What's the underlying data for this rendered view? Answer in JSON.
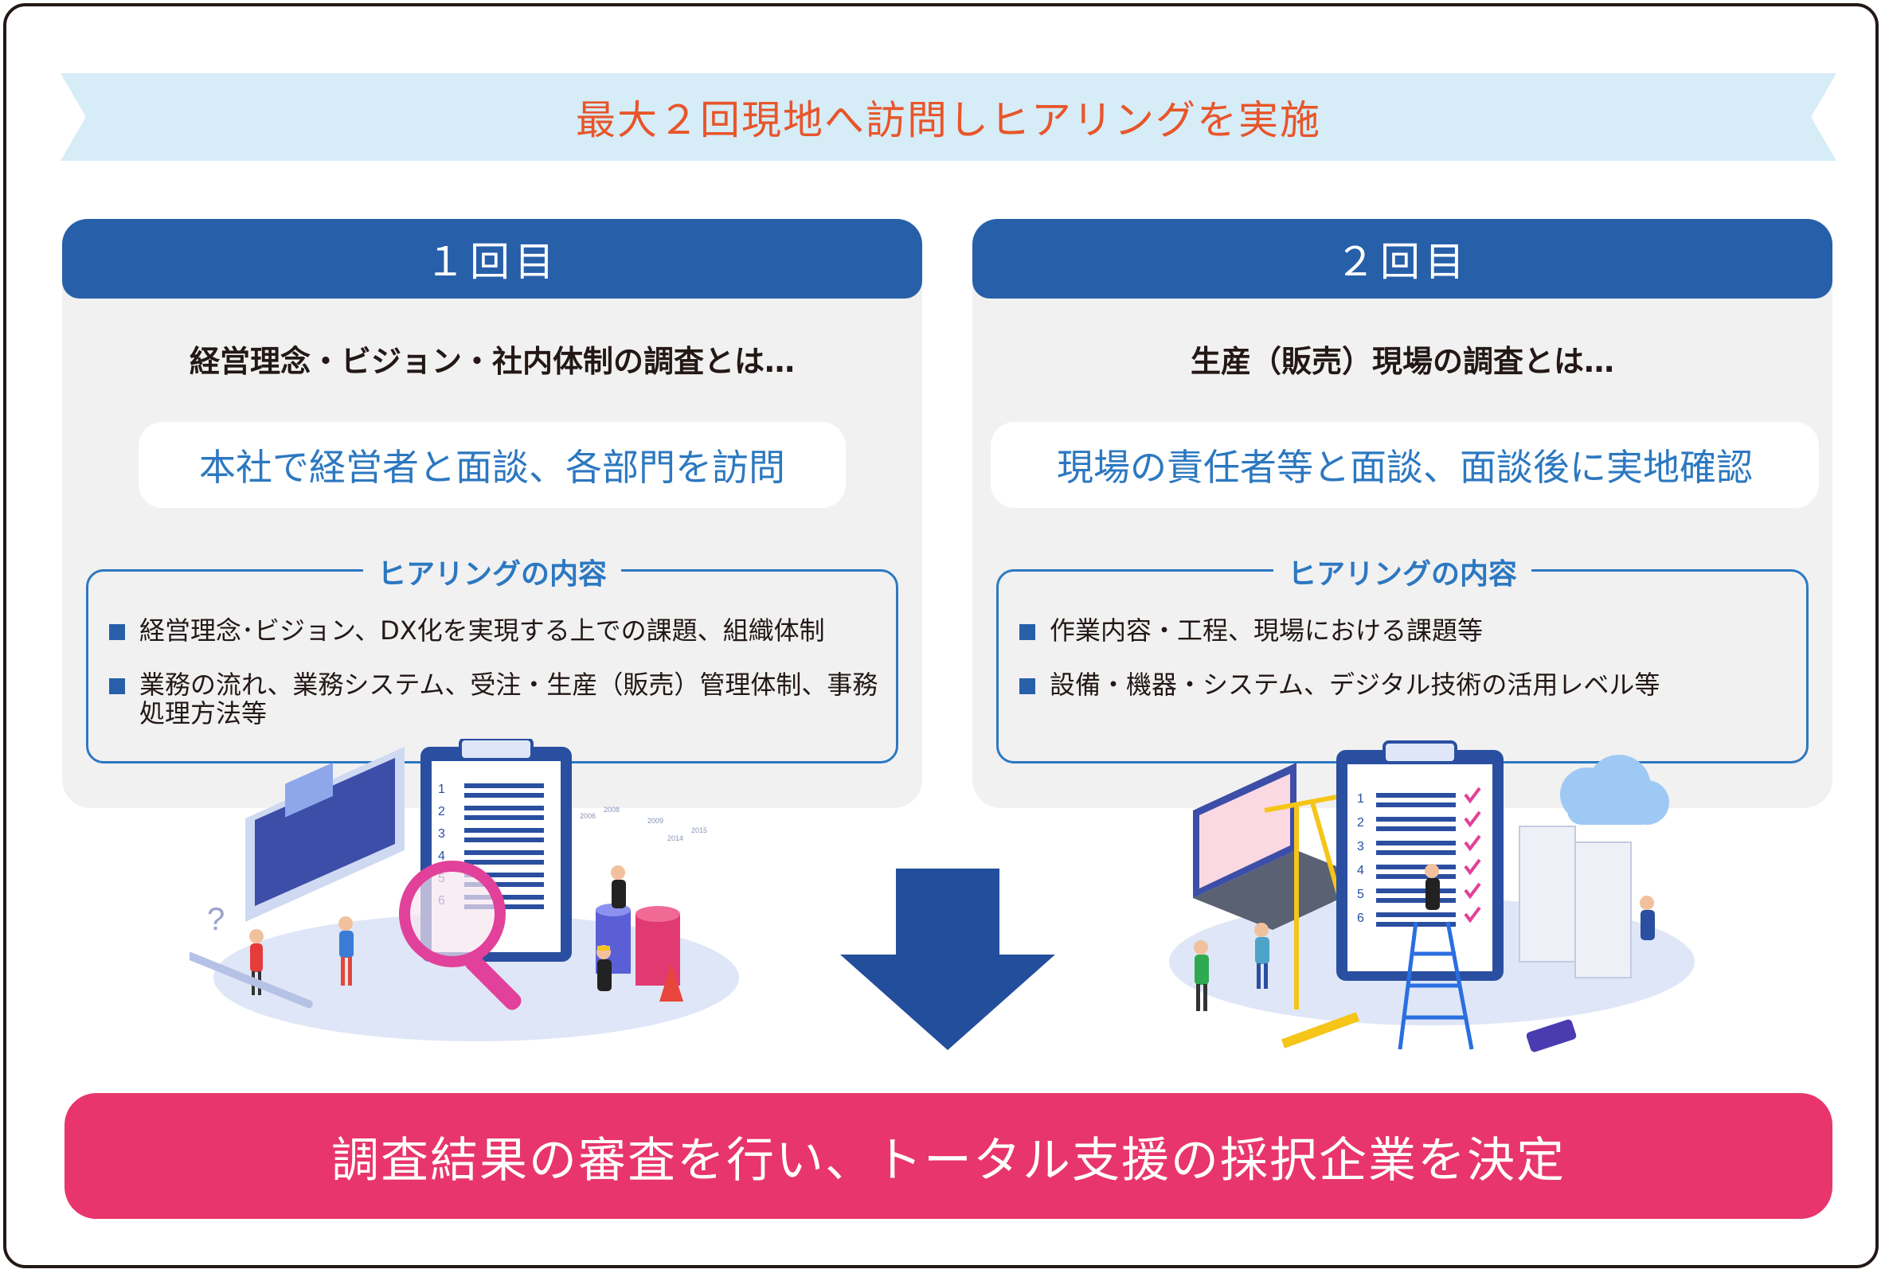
{
  "headline": "最大２回現地へ訪問しヒアリングを実施",
  "visit1": {
    "header": "１回目",
    "question": "経営理念・ビジョン・社内体制の調査とは…",
    "highlight": "本社で経営者と面談、各部門を訪問",
    "content_title": "ヒアリングの内容",
    "items": [
      "経営理念･ビジョン、DX化を実現する上での課題、組織体制",
      "業務の流れ、業務システム、受注・生産（販売）管理体制、事務処理方法等"
    ]
  },
  "visit2": {
    "header": "２回目",
    "question": "生産（販売）現場の調査とは…",
    "highlight": "現場の責任者等と面談、面談後に実地確認",
    "content_title": "ヒアリングの内容",
    "items": [
      "作業内容・工程、現場における課題等",
      "設備・機器・システム、デジタル技術の活用レベル等"
    ]
  },
  "illustration1_labels": {
    "list_numbers": [
      "1",
      "2",
      "3",
      "4",
      "5",
      "6"
    ],
    "question_mark": "?",
    "years": [
      "2006",
      "2008",
      "2009",
      "2014",
      "2015"
    ]
  },
  "illustration2_labels": {
    "list_numbers": [
      "1",
      "2",
      "3",
      "4",
      "5",
      "6"
    ]
  },
  "result": "調査結果の審査を行い、トータル支援の採択企業を決定",
  "colors": {
    "headline_text": "#e8552a",
    "ribbon": "#d6ecf6",
    "header_blue": "#2760a9",
    "text_blue": "#2c78c0",
    "result_pink": "#e8356d",
    "arrow_blue": "#234e9c"
  }
}
